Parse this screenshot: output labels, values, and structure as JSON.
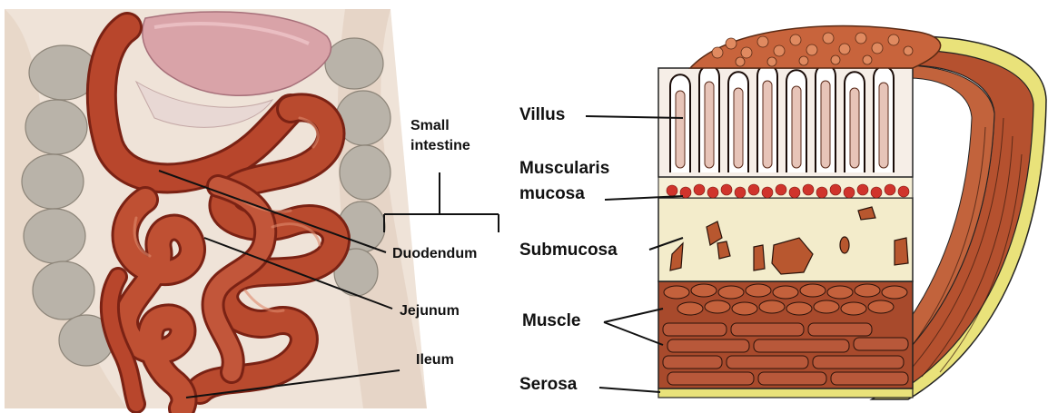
{
  "left_panel": {
    "group_label": [
      "Small",
      "intestine"
    ],
    "labels": {
      "duodendum": "Duodendum",
      "jejunum": "Jejunum",
      "ileum": "Ileum"
    }
  },
  "right_panel": {
    "labels": {
      "villus": "Villus",
      "muscularis": [
        "Muscularis",
        "mucosa"
      ],
      "submucosa": "Submucosa",
      "muscle": "Muscle",
      "serosa": "Serosa"
    }
  },
  "colors": {
    "intestine": "#b8462c",
    "intestine_dark": "#7a2214",
    "stomach": "#d8a0a6",
    "colon": "#b8b2a8",
    "skin": "#f2e6dc",
    "villus_tip": "#c8643c",
    "submucosa": "#f3eccb",
    "muscularis_dots": "#d0342c",
    "muscle": "#a84a2c",
    "serosa": "#e9e27a"
  }
}
